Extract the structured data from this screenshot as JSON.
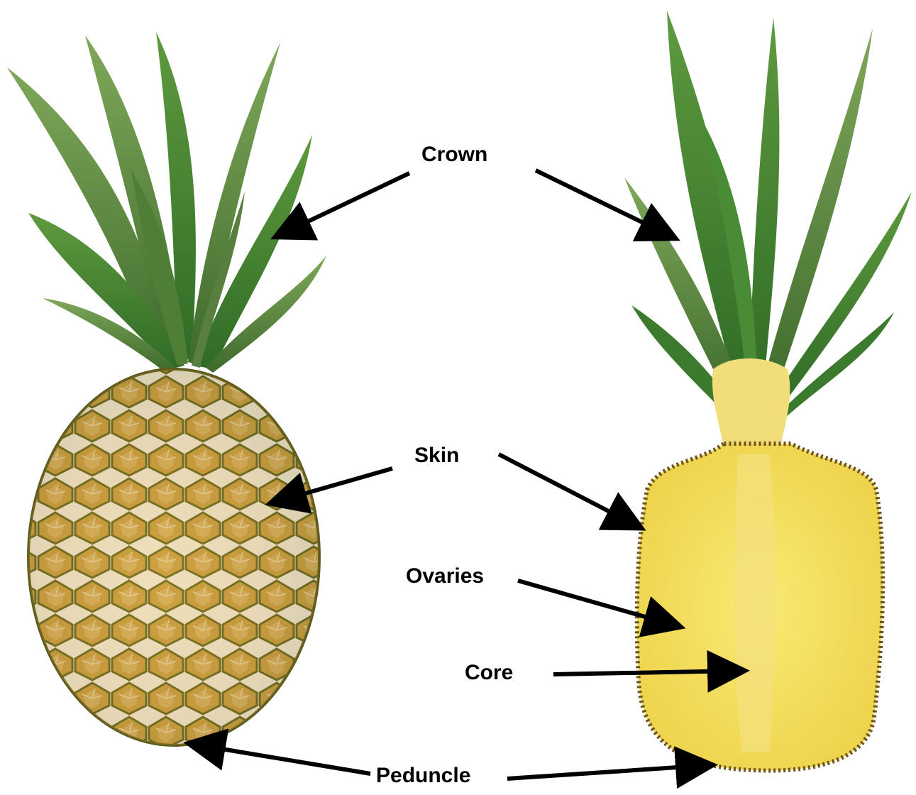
{
  "labels": {
    "crown": "Crown",
    "skin": "Skin",
    "ovaries": "Ovaries",
    "core": "Core",
    "peduncle": "Peduncle"
  },
  "colors": {
    "background": "#ffffff",
    "arrow": "#000000",
    "leaf_dark": "#3f6b2a",
    "leaf_light": "#6f9a4c",
    "skin_orange": "#c9942c",
    "skin_green": "#5d6a1f",
    "flesh_yellow": "#f5e36a",
    "core_yellow": "#f1d94e"
  },
  "images": {
    "left": "whole-pineapple",
    "right": "halved-pineapple"
  }
}
